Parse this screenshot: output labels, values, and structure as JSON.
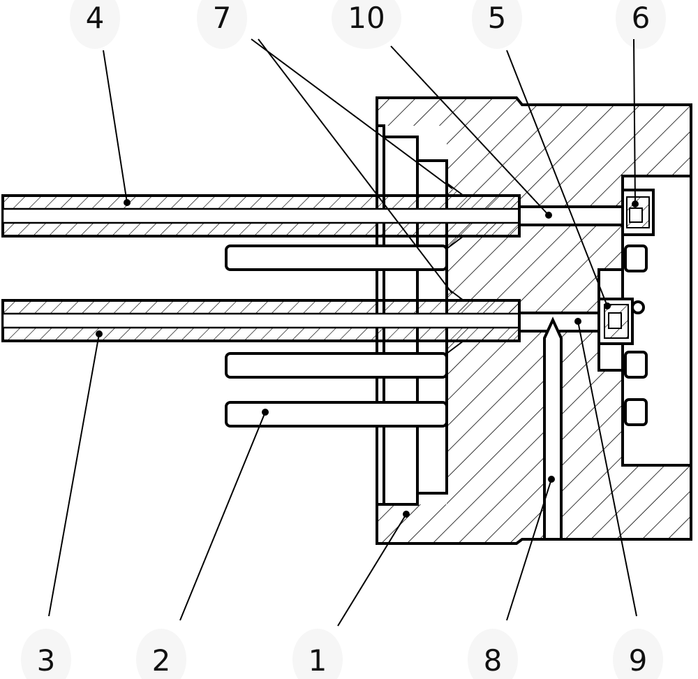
{
  "callouts": [
    {
      "id": "c4",
      "text": "4"
    },
    {
      "id": "c7",
      "text": "7"
    },
    {
      "id": "c10",
      "text": "10"
    },
    {
      "id": "c5",
      "text": "5"
    },
    {
      "id": "c6",
      "text": "6"
    },
    {
      "id": "c3",
      "text": "3"
    },
    {
      "id": "c2",
      "text": "2"
    },
    {
      "id": "c1",
      "text": "1"
    },
    {
      "id": "c8",
      "text": "8"
    },
    {
      "id": "c9",
      "text": "9"
    }
  ]
}
